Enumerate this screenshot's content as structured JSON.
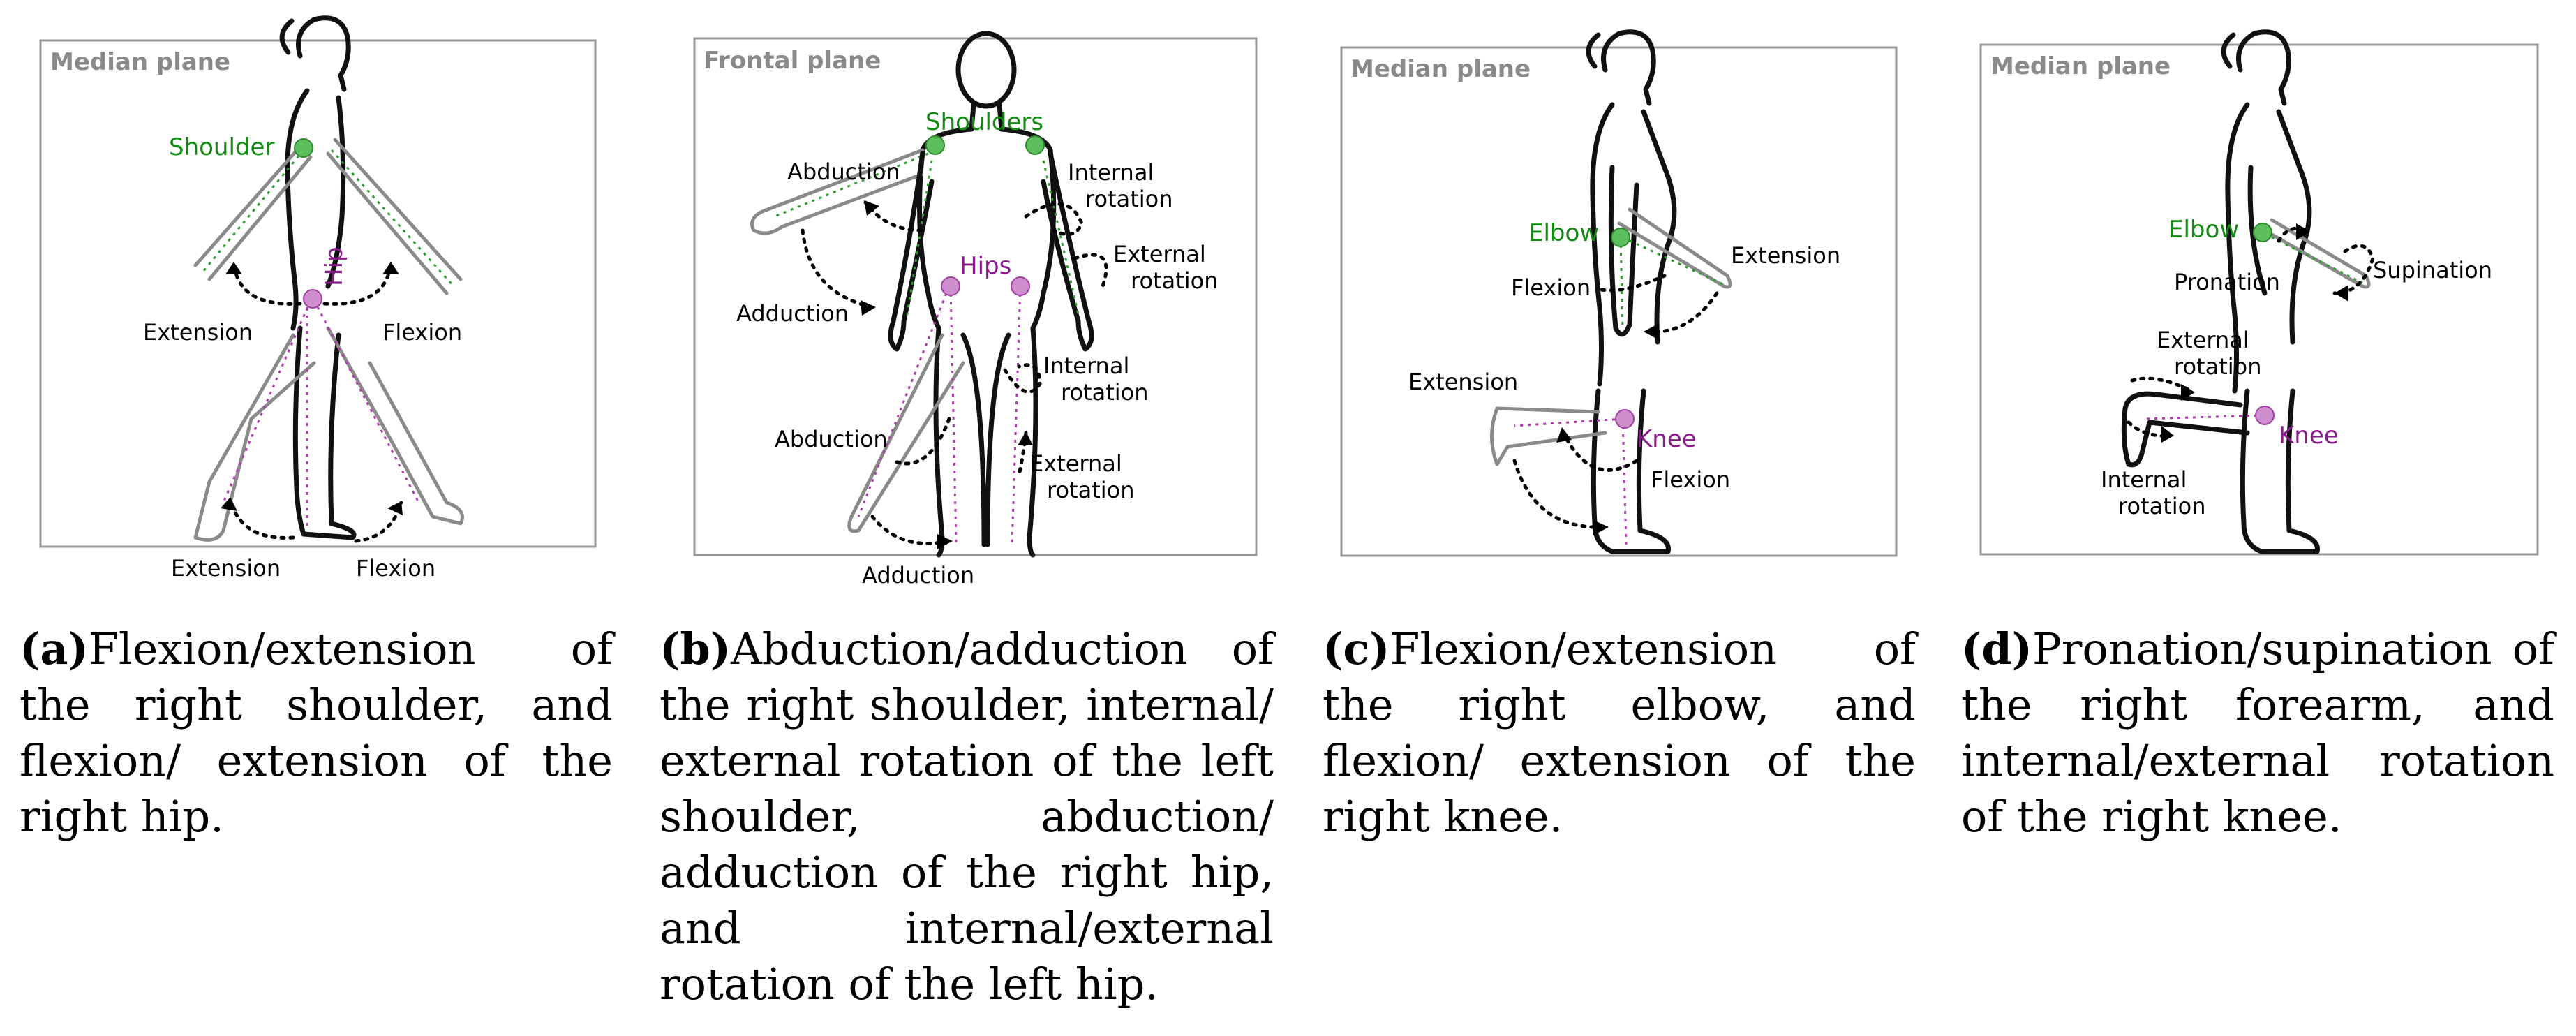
{
  "panels": [
    {
      "plane": "Median plane",
      "joints": [
        "Shoulder",
        "Hip"
      ],
      "movements": [
        "Extension",
        "Flexion",
        "Extension",
        "Flexion"
      ],
      "caption_label": "(a)",
      "caption_text": "Flexion/extension of the right shoulder, and flexion/ extension of the right hip."
    },
    {
      "plane": "Frontal plane",
      "joints": [
        "Shoulders",
        "Hips"
      ],
      "movements": [
        "Abduction",
        "Adduction",
        "Internal rotation",
        "External rotation",
        "Internal rotation",
        "External rotation",
        "Abduction",
        "Adduction"
      ],
      "caption_label": "(b)",
      "caption_text": "Abduction/adduction of the right shoulder, internal/ external rotation of the left shoulder, abduction/ adduction of the right hip, and internal/external rotation of the left hip."
    },
    {
      "plane": "Median plane",
      "joints": [
        "Elbow",
        "Knee"
      ],
      "movements": [
        "Extension",
        "Flexion",
        "Extension",
        "Flexion"
      ],
      "caption_label": "(c)",
      "caption_text": "Flexion/extension of the right elbow, and flexion/ extension of the right knee."
    },
    {
      "plane": "Median plane",
      "joints": [
        "Elbow",
        "Knee"
      ],
      "movements": [
        "Pronation",
        "Supination",
        "External rotation",
        "Internal rotation"
      ],
      "caption_label": "(d)",
      "caption_text": "Pronation/supination of the right forearm, and internal/external rotation of the right knee."
    }
  ]
}
